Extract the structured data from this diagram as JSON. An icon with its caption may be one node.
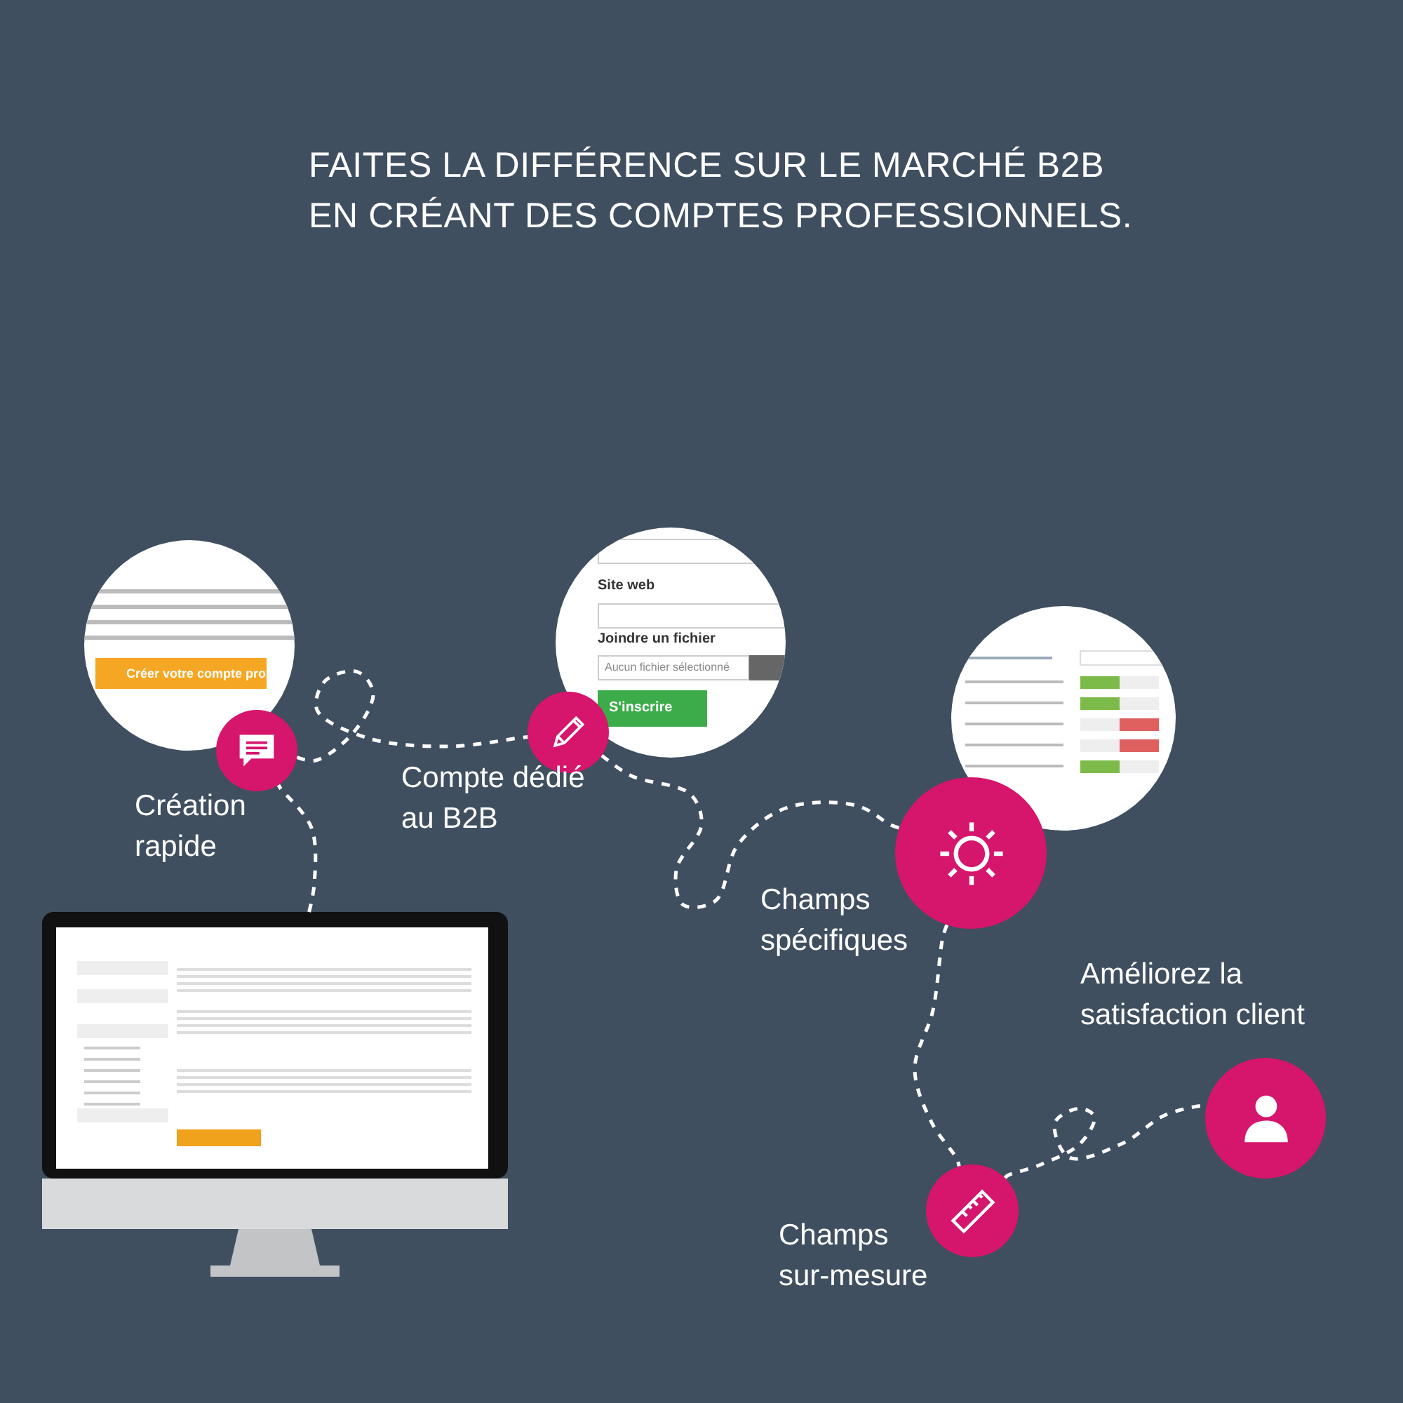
{
  "diagram": {
    "title": "FAITES LA DIFFÉRENCE SUR LE MARCHÉ B2B EN CRÉANT DES COMPTES PROFESSIONNELS.",
    "nodes": [
      {
        "text": [],
        "shape": "picture"
      },
      {
        "text": [],
        "shape": "circle",
        "beside": [
          "Création rapide"
        ]
      },
      {
        "text": [],
        "shape": "circle",
        "beside": [
          "Compte dédié au B2B"
        ]
      },
      {
        "text": [],
        "shape": "circle",
        "beside": [
          "Champs spécifiques"
        ]
      },
      {
        "text": [],
        "shape": "circle",
        "beside": [
          "Champs sur-mesure"
        ]
      },
      {
        "text": [],
        "shape": "circle",
        "beside": [
          "Améliorez la satisfaction client"
        ]
      },
      {
        "text": [
          "Créer votre compte pro"
        ]
      },
      {
        "text": [
          "Site web",
          "Joindre un fichier",
          "Aucun fichier sélectionné",
          "S'inscrire"
        ]
      },
      {
        "text": [],
        "shape": "picture"
      }
    ],
    "edges": [
      {
        "from": 0,
        "to": 1,
        "arrow": "none",
        "style": "dashed"
      },
      {
        "from": 1,
        "to": 2,
        "arrow": "none",
        "style": "dashed"
      },
      {
        "from": 2,
        "to": 3,
        "arrow": "none",
        "style": "dashed"
      },
      {
        "from": 3,
        "to": 4,
        "arrow": "none",
        "style": "dashed"
      },
      {
        "from": 4,
        "to": 5,
        "arrow": "none",
        "style": "dashed"
      }
    ]
  }
}
